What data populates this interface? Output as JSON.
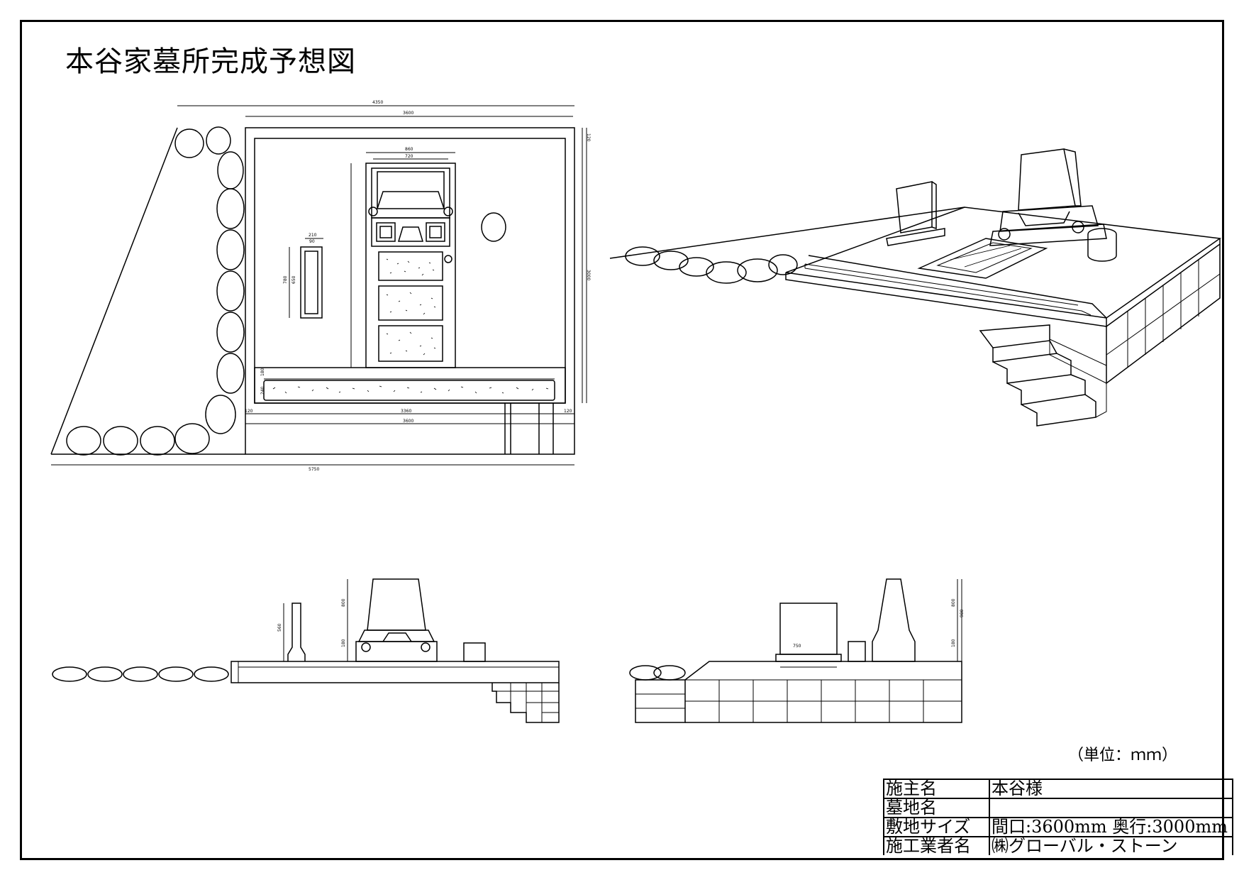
{
  "title": "本谷家墓所完成予想図",
  "unit_note": "（単位：ｍｍ）",
  "title_block": [
    {
      "label": "施主名",
      "value": "本谷様"
    },
    {
      "label": "墓地名",
      "value": ""
    },
    {
      "label": "敷地サイズ",
      "value": "間口:3600mm  奥行:3000mm"
    },
    {
      "label": "施工業者名",
      "value": "㈱グローバル・ストーン"
    }
  ],
  "plan_dims": {
    "overall_top": "4350",
    "inner_top": "3600",
    "stone_width": "860",
    "stone_inner": "720",
    "bottom_inner": "3360",
    "bottom_outer": "3600",
    "overall_bottom": "5750",
    "right_depth": "3000",
    "left_margin": "120",
    "right_margin": "120",
    "top_margin": "120",
    "plate_width": "210",
    "plate_inner": "90",
    "plate_height": "780",
    "plate_inner_height": "650",
    "front_step": "180",
    "front_border": "240"
  },
  "elev_front_dims": {
    "stone_height": "800",
    "plate_height": "560",
    "base": "180"
  },
  "elev_side_dims": {
    "total": "980",
    "stone": "800",
    "base": "180",
    "width": "750"
  }
}
